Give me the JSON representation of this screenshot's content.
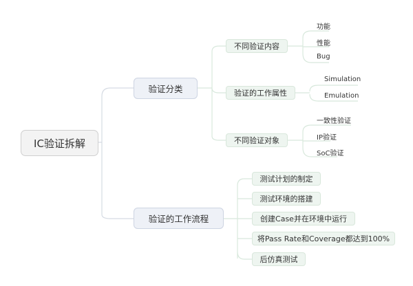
{
  "root": "IC验证拆解",
  "branches": [
    {
      "label": "验证分类",
      "children": [
        {
          "label": "不同验证内容",
          "leaves": [
            "功能",
            "性能",
            "Bug"
          ]
        },
        {
          "label": "验证的工作属性",
          "leaves": [
            "Simulation",
            "Emulation"
          ]
        },
        {
          "label": "不同验证对象",
          "leaves": [
            "一致性验证",
            "IP验证",
            "SoC验证"
          ]
        }
      ]
    },
    {
      "label": "验证的工作流程",
      "children": [
        {
          "label": "测试计划的制定"
        },
        {
          "label": "测试环境的搭建"
        },
        {
          "label": "创建Case并在环境中运行"
        },
        {
          "label": "将Pass Rate和Coverage都达到100%"
        },
        {
          "label": "后仿真测试"
        }
      ]
    }
  ],
  "colors": {
    "line": "#d5dbe3",
    "green_line": "#d8e8dc"
  }
}
